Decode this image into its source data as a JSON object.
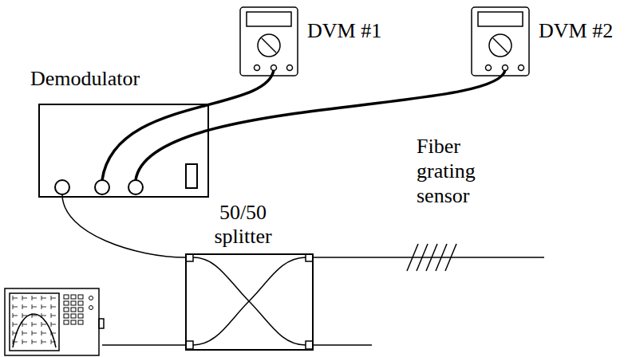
{
  "diagram": {
    "nodes": [
      {
        "text": [
          "Demodulator"
        ]
      },
      {
        "text": [
          "DVM #1"
        ]
      },
      {
        "text": [
          "DVM #2"
        ]
      },
      {
        "text": [
          "50/50 splitter"
        ]
      }
    ],
    "edges": [
      {
        "from": 1,
        "to": 0,
        "arrow": "none"
      },
      {
        "from": 2,
        "to": 0,
        "arrow": "none"
      },
      {
        "from": 0,
        "to": 3,
        "arrow": "none"
      }
    ],
    "labels": [
      "Fiber grating sensor"
    ]
  }
}
